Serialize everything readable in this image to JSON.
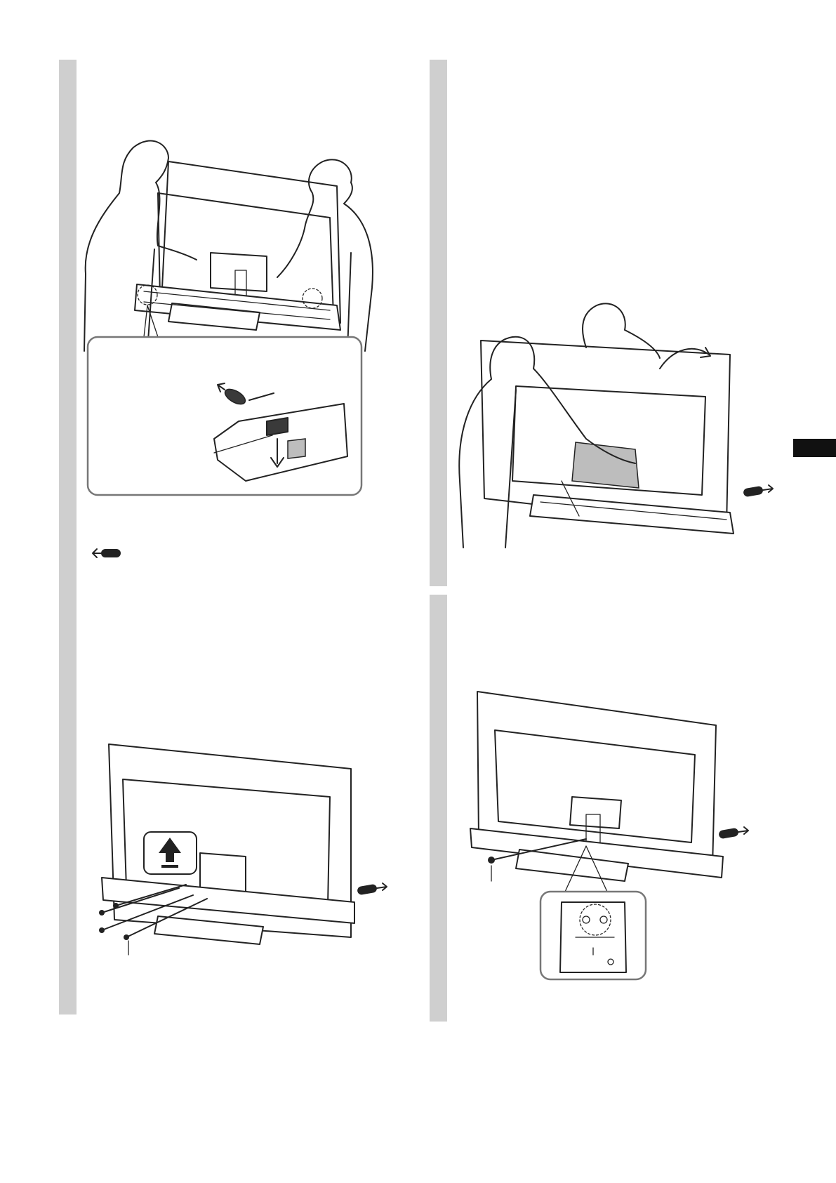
{
  "steps": [
    {
      "id": "step-1",
      "illustration": "two-people-placing-tv-on-stand",
      "detail": "hook-and-guide-closeup",
      "icon": "tv-front-arrow-icon"
    },
    {
      "id": "step-2",
      "illustration": "two-people-tilting-tv-back",
      "icon": "tv-front-arrow-icon"
    },
    {
      "id": "step-3",
      "illustration": "fastening-screws-to-stand",
      "icon": "tv-front-arrow-icon"
    },
    {
      "id": "step-4",
      "illustration": "attaching-screw-to-bracket",
      "detail": "bracket-screw-closeup",
      "icon": "tv-front-arrow-icon"
    }
  ],
  "colors": {
    "step_bar": "#cfcfcf",
    "ink": "#222222",
    "tab": "#111111"
  }
}
